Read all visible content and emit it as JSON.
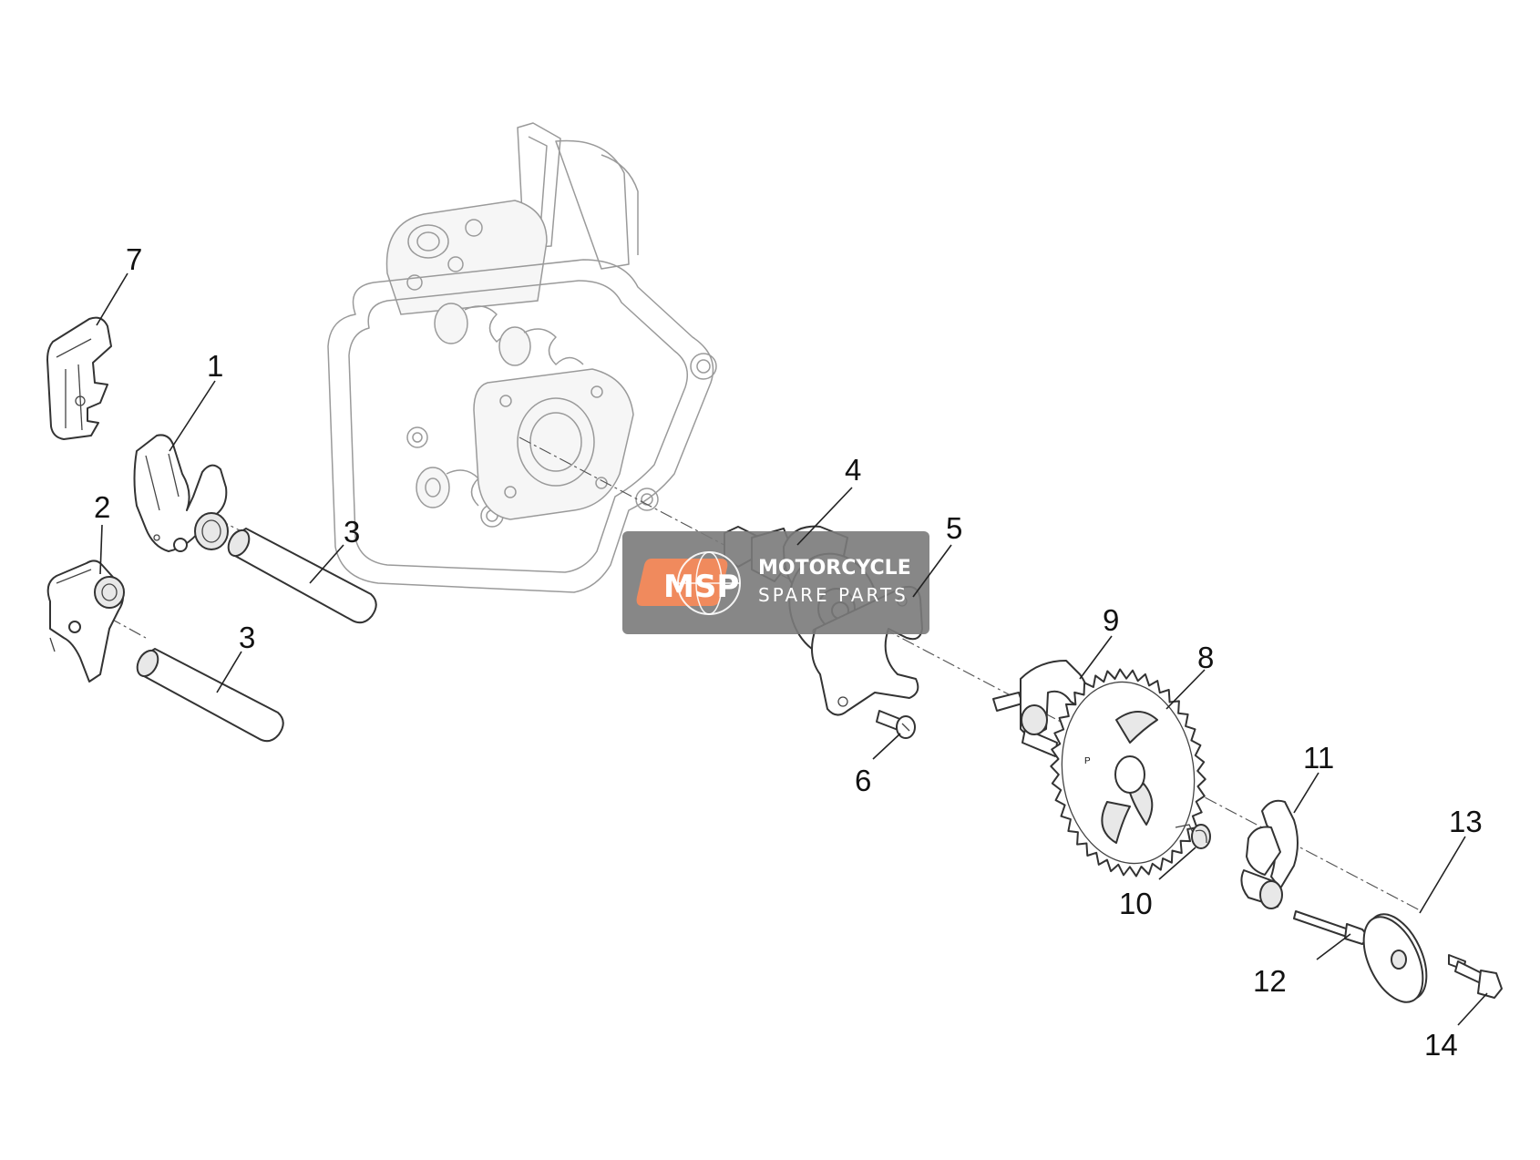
{
  "watermark": {
    "logo_text": "MSP",
    "line1": "MOTORCYCLE",
    "line2": "SPARE PARTS",
    "accent_color": "#f08a5d",
    "panel_color": "#7a7a7a"
  },
  "callouts": [
    "1",
    "2",
    "3",
    "3",
    "4",
    "5",
    "6",
    "7",
    "8",
    "9",
    "10",
    "11",
    "12",
    "13",
    "14"
  ],
  "colors": {
    "line": "#333333",
    "ghost": "#9a9a9a",
    "background": "#ffffff"
  }
}
